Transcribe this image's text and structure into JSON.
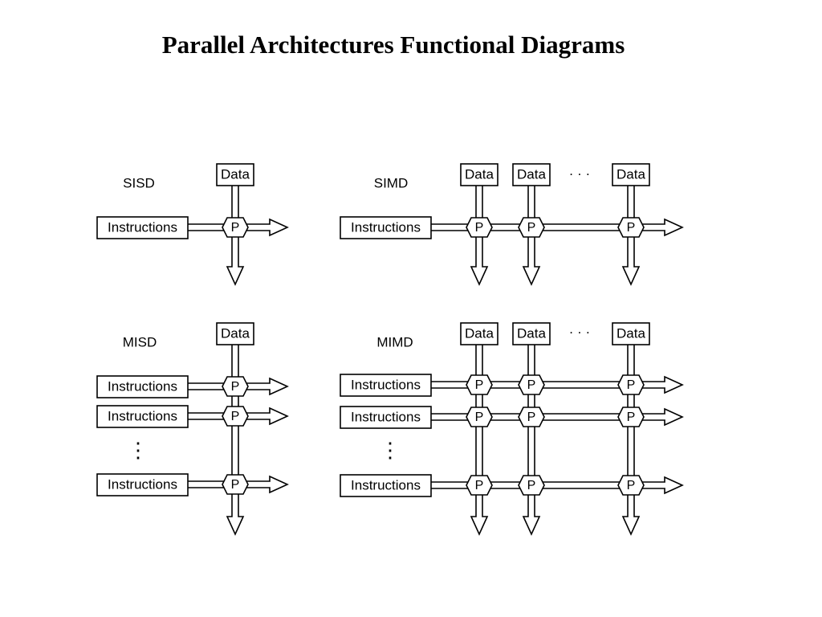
{
  "title": "Parallel Architectures Functional Diagrams",
  "labels": {
    "data": "Data",
    "instructions": "Instructions",
    "processor": "P",
    "ellipsis_h": "· · ·",
    "ellipsis_v": "⋮"
  },
  "diagrams": [
    {
      "name": "SISD",
      "columns": 1,
      "rows": 1,
      "h_ellipsis": false,
      "v_ellipsis": false
    },
    {
      "name": "SIMD",
      "columns": 3,
      "rows": 1,
      "h_ellipsis": true,
      "v_ellipsis": false
    },
    {
      "name": "MISD",
      "columns": 1,
      "rows": 3,
      "h_ellipsis": false,
      "v_ellipsis": true
    },
    {
      "name": "MIMD",
      "columns": 3,
      "rows": 3,
      "h_ellipsis": true,
      "v_ellipsis": true
    }
  ]
}
